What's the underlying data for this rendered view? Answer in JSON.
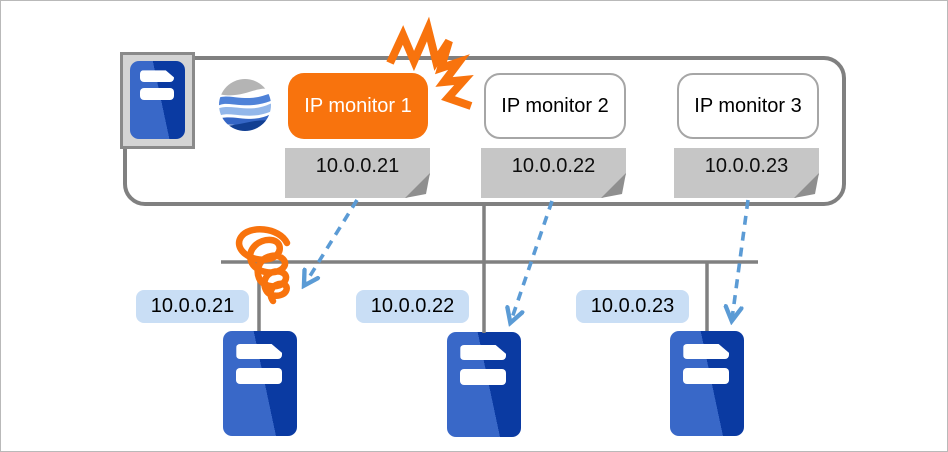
{
  "monitor_group": {
    "monitors": [
      {
        "label": "IP monitor 1",
        "ip": "10.0.0.21",
        "status": "failed"
      },
      {
        "label": "IP monitor 2",
        "ip": "10.0.0.22",
        "status": "ok"
      },
      {
        "label": "IP monitor 3",
        "ip": "10.0.0.23",
        "status": "ok"
      }
    ]
  },
  "servers": [
    {
      "ip": "10.0.0.21",
      "link": "broken"
    },
    {
      "ip": "10.0.0.22",
      "link": "ok"
    },
    {
      "ip": "10.0.0.23",
      "link": "ok"
    }
  ],
  "icons": {
    "host": "server-icon",
    "logo": "globe-wave-logo-icon",
    "failure": "crash-burst-icon",
    "broken_link": "coil-scribble-icon",
    "probe": "dashed-arrow-icon"
  },
  "colors": {
    "alert_orange": "#F8730D",
    "server_blue_light": "#3968C8",
    "server_blue_dark": "#0A3AA2",
    "note_gray": "#C6C6C6",
    "note_fold_gray": "#8F8F8F",
    "ip_label_blue": "#C9DEF5",
    "arrow_blue": "#5B9BD5",
    "line_gray": "#808080"
  }
}
